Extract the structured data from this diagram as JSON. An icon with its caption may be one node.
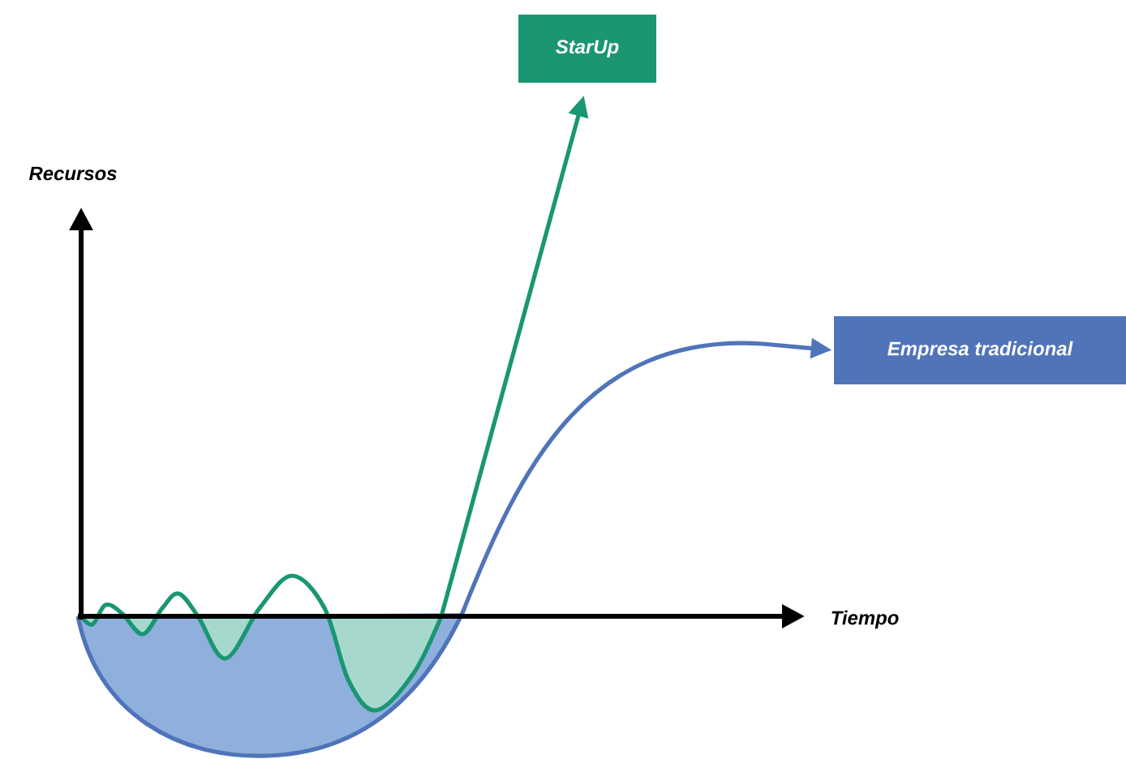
{
  "diagram": {
    "nodes": [
      {
        "text": [
          "StarUp"
        ]
      },
      {
        "text": [
          "Empresa tradicional"
        ]
      }
    ],
    "edges": [
      {
        "from": null,
        "to": 0,
        "arrow": "to",
        "color": "#1a9673"
      },
      {
        "from": null,
        "to": 1,
        "arrow": "to",
        "color": "#4f74b9"
      }
    ],
    "labels": [
      "Recursos",
      "Tiempo"
    ]
  }
}
